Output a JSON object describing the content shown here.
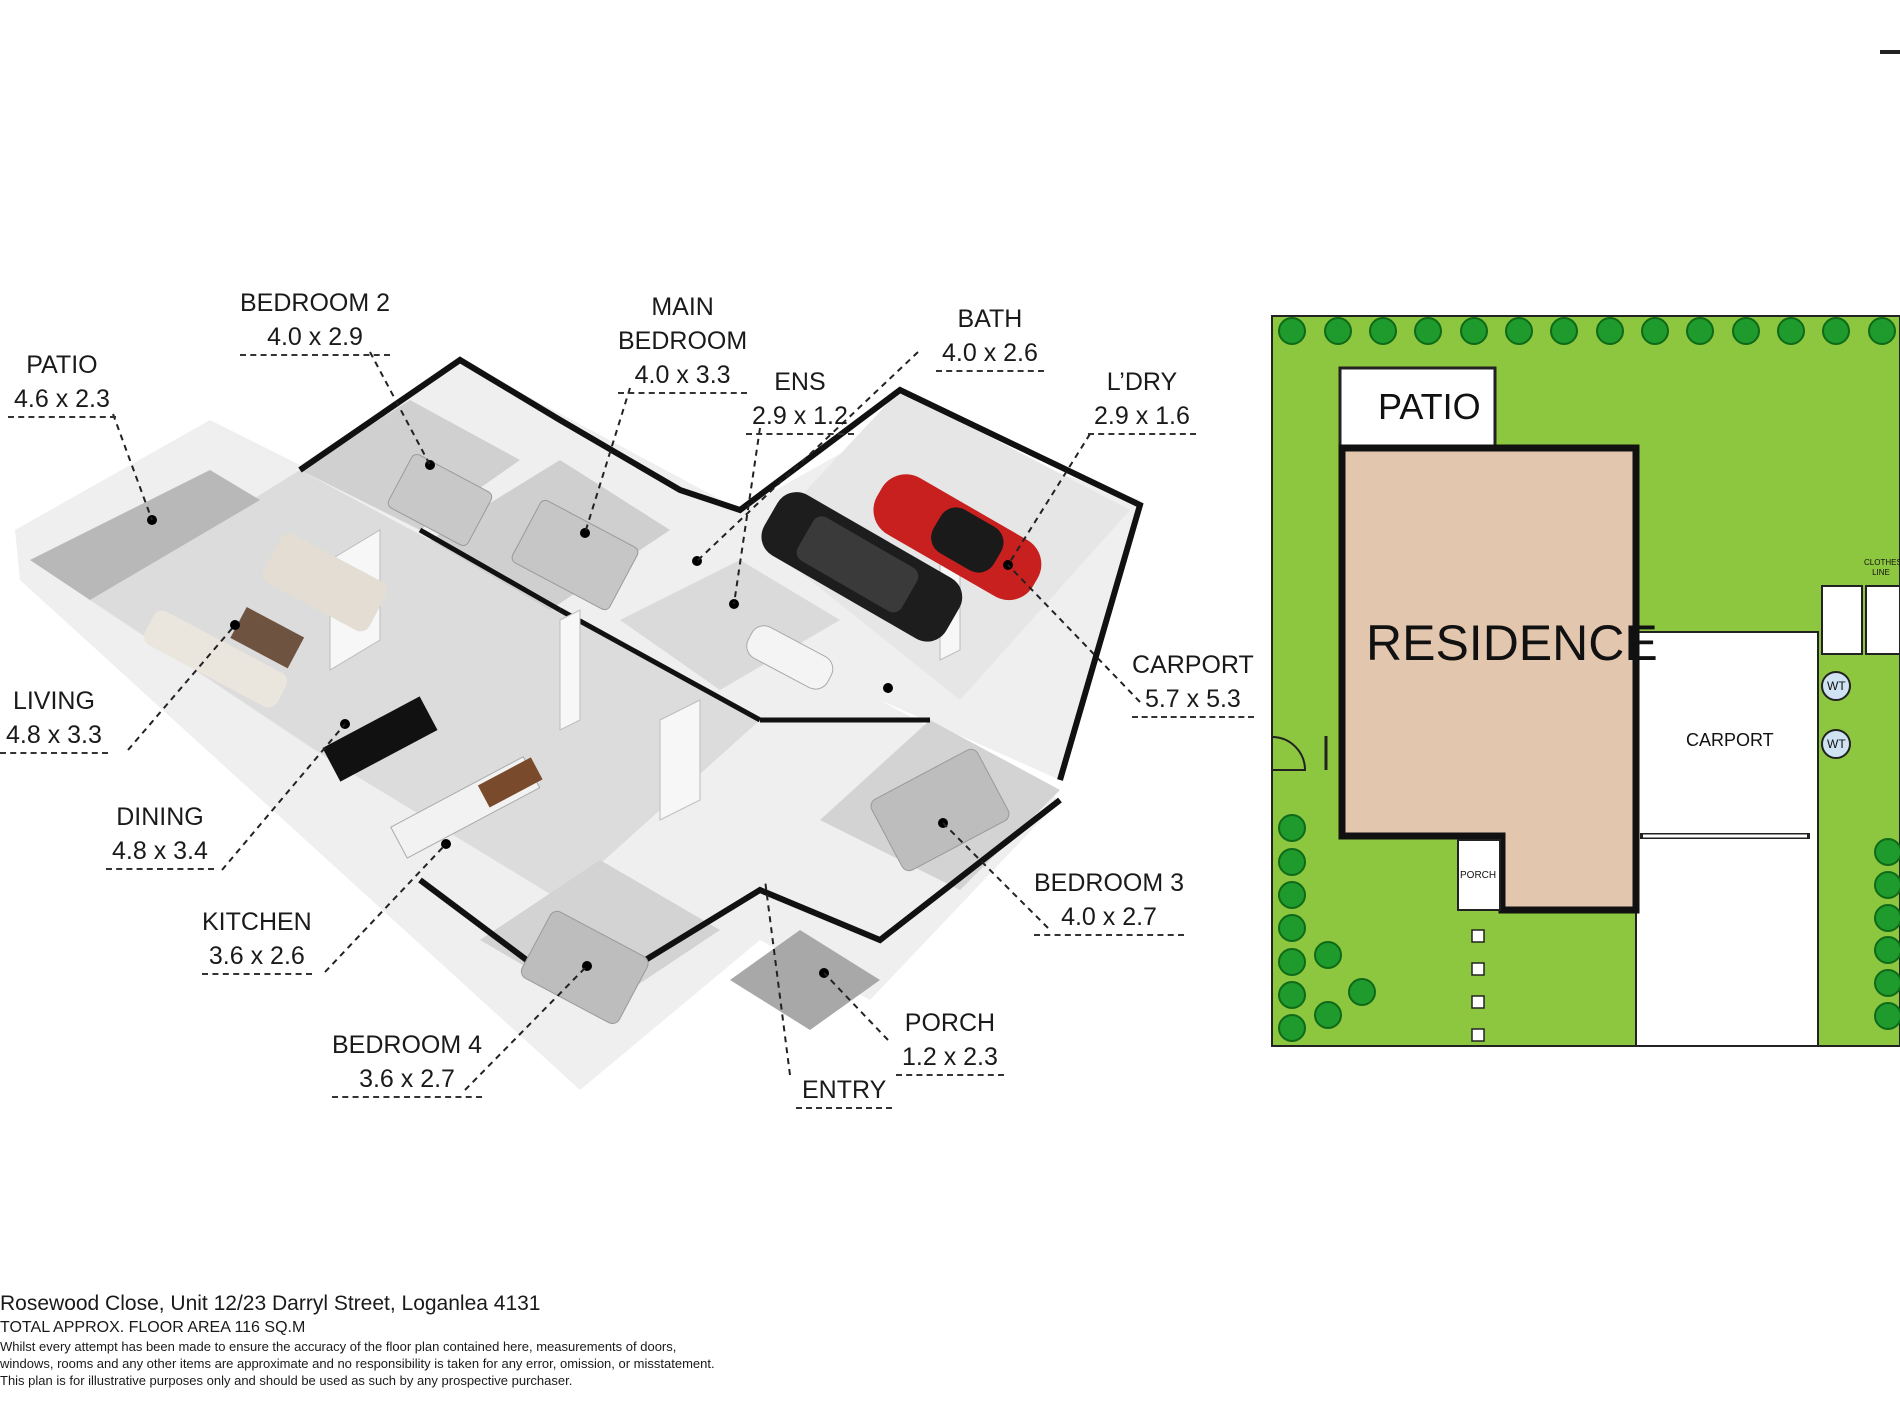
{
  "rooms": {
    "bedroom2": {
      "name": "BEDROOM 2",
      "dim": "4.0 x 2.9"
    },
    "main_bedroom": {
      "name1": "MAIN",
      "name2": "BEDROOM",
      "dim": "4.0 x 3.3"
    },
    "bath": {
      "name": "BATH",
      "dim": "4.0 x 2.6"
    },
    "patio": {
      "name": "PATIO",
      "dim": "4.6 x 2.3"
    },
    "ens": {
      "name": "ENS",
      "dim": "2.9 x 1.2"
    },
    "ldry": {
      "name": "L’DRY",
      "dim": "2.9 x 1.6"
    },
    "living": {
      "name": "LIVING",
      "dim": "4.8 x 3.3"
    },
    "carport": {
      "name": "CARPORT",
      "dim": "5.7 x 5.3"
    },
    "dining": {
      "name": "DINING",
      "dim": "4.8 x 3.4"
    },
    "bedroom3": {
      "name": "BEDROOM 3",
      "dim": "4.0 x 2.7"
    },
    "kitchen": {
      "name": "KITCHEN",
      "dim": "3.6 x 2.6"
    },
    "porch": {
      "name": "PORCH",
      "dim": "1.2 x 2.3"
    },
    "bedroom4": {
      "name": "BEDROOM 4",
      "dim": "3.6 x 2.7"
    },
    "entry": {
      "name": "ENTRY"
    }
  },
  "site_plan": {
    "patio": "PATIO",
    "residence": "RESIDENCE",
    "carport": "CARPORT",
    "porch": "PORCH",
    "clothes_line": "CLOTHES LINE",
    "wt": "WT"
  },
  "footer": {
    "address": "Rosewood Close, Unit 12/23 Darryl Street, Loganlea 4131",
    "floor_area": "TOTAL APPROX. FLOOR AREA 116 SQ.M",
    "disclaimer_1": "Whilst every attempt has been made to ensure the accuracy of the floor plan contained here, measurements of doors,",
    "disclaimer_2": "windows, rooms and any other items are approximate and no responsibility is taken for any error, omission, or misstatement.",
    "disclaimer_3": "This plan is for illustrative purposes only and should be used as such by any prospective purchaser."
  },
  "colors": {
    "lawn": "#8dc63f",
    "residence": "#e2c6ae",
    "wall": "#111111",
    "floor": "#d9d9d9",
    "car_red": "#c8201f",
    "car_black": "#1d1d1d"
  }
}
